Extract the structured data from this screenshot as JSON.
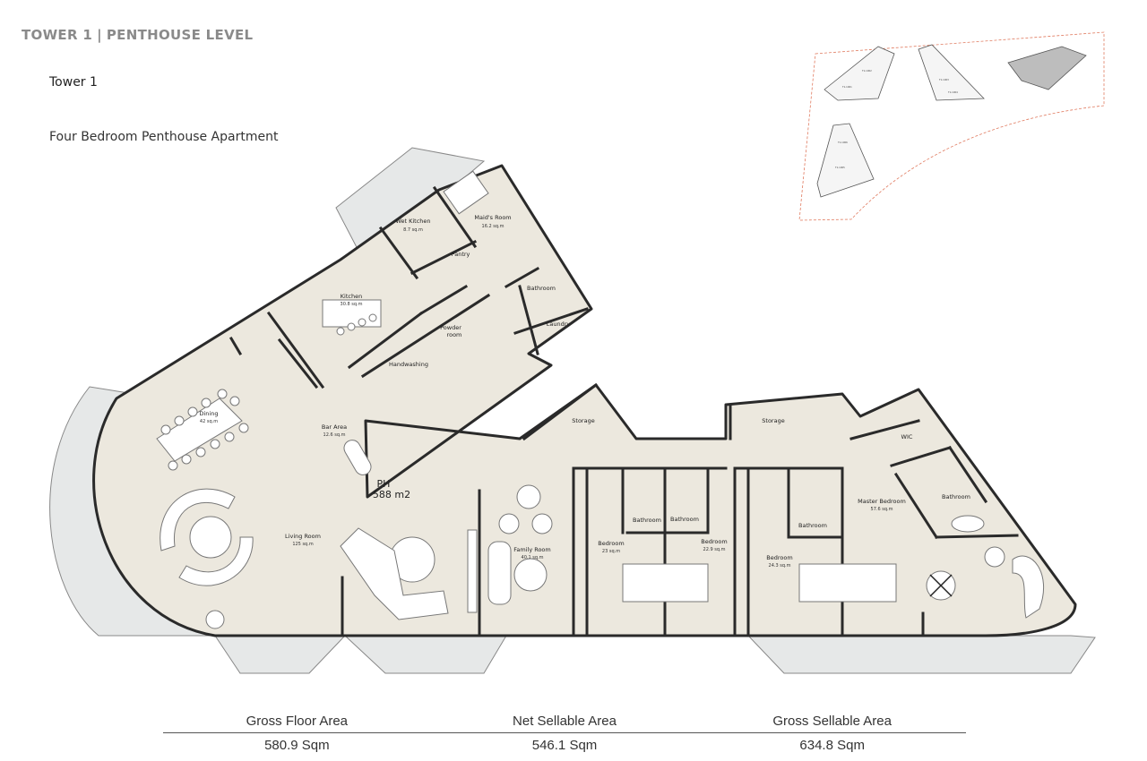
{
  "header": {
    "title_left": "TOWER 1",
    "title_right": "PENTHOUSE LEVEL",
    "tower": "Tower 1",
    "apartment_type": "Four Bedroom Penthouse Apartment"
  },
  "plan": {
    "unit_id": "PH",
    "unit_area": "588 m2",
    "rooms": {
      "wet_kitchen": {
        "label": "Wet Kitchen",
        "area": "8.7 sq.m"
      },
      "maids_room": {
        "label": "Maid's Room",
        "area": "16.2 sq.m"
      },
      "kitchen": {
        "label": "Kitchen",
        "area": "30.8 sq.m"
      },
      "pantry": {
        "label": "Pantry"
      },
      "bathroom_maid": {
        "label": "Bathroom"
      },
      "powder_room_1": {
        "label": "Powder"
      },
      "powder_room_2": {
        "label": "room"
      },
      "laundry": {
        "label": "Laundry"
      },
      "handwashing": {
        "label": "Handwashing"
      },
      "dining": {
        "label": "Dining",
        "area": "42 sq.m"
      },
      "bar_area": {
        "label": "Bar Area",
        "area": "12.6 sq.m"
      },
      "storage_1": {
        "label": "Storage"
      },
      "storage_2": {
        "label": "Storage"
      },
      "wic": {
        "label": "WIC"
      },
      "living_room": {
        "label": "Living Room",
        "area": "125 sq.m"
      },
      "family_room": {
        "label": "Family Room",
        "area": "40.1 sq.m"
      },
      "bedroom_1": {
        "label": "Bedroom",
        "area": "23 sq.m"
      },
      "bedroom_2": {
        "label": "Bedroom",
        "area": "22.9 sq.m"
      },
      "bedroom_3": {
        "label": "Bedroom",
        "area": "24.3 sq.m"
      },
      "bathroom_1": {
        "label": "Bathroom"
      },
      "bathroom_2": {
        "label": "Bathroom"
      },
      "bathroom_3": {
        "label": "Bathroom"
      },
      "master_bedroom": {
        "label": "Master Bedroom",
        "area": "57.6 sq.m"
      },
      "bathroom_master": {
        "label": "Bathroom"
      }
    }
  },
  "key_plan": {
    "unit_labels": [
      "T1-1001",
      "T1-1002",
      "T1-1003",
      "T1-1004",
      "T1-1005",
      "T1-1006"
    ]
  },
  "areas": [
    {
      "label": "Gross Floor Area",
      "value": "580.9 Sqm"
    },
    {
      "label": "Net Sellable Area",
      "value": "546.1 Sqm"
    },
    {
      "label": "Gross Sellable Area",
      "value": "634.8 Sqm"
    }
  ],
  "colors": {
    "floor": "#ece8de",
    "wall": "#2a2a2a",
    "terrace": "#e6e8e8",
    "key_border": "#e07a5f"
  }
}
